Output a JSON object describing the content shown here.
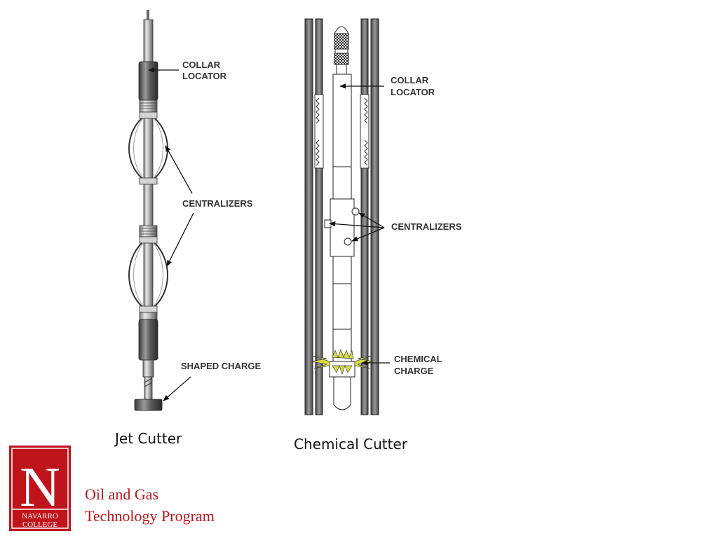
{
  "diagram": {
    "jet_cutter": {
      "caption": "Jet Cutter",
      "labels": {
        "collar_locator": [
          "COLLAR",
          "LOCATOR"
        ],
        "centralizers": "CENTRALIZERS",
        "shaped_charge": "SHAPED CHARGE"
      }
    },
    "chemical_cutter": {
      "caption": "Chemical Cutter",
      "labels": {
        "collar_locator": [
          "COLLAR",
          "LOCATOR"
        ],
        "centralizers": "CENTRALIZERS",
        "chemical_charge": [
          "CHEMICAL",
          "CHARGE"
        ]
      }
    }
  },
  "footer": {
    "logo": {
      "letter": "N",
      "line1": "NAVARRO",
      "line2": "COLLEGE"
    },
    "program_line1": "Oil and Gas",
    "program_line2": "Technology Program"
  },
  "colors": {
    "brand_red": "#c0141c",
    "program_text": "#c0141c",
    "label_text": "#333333",
    "charge_yellow": "#d8dc3c"
  }
}
